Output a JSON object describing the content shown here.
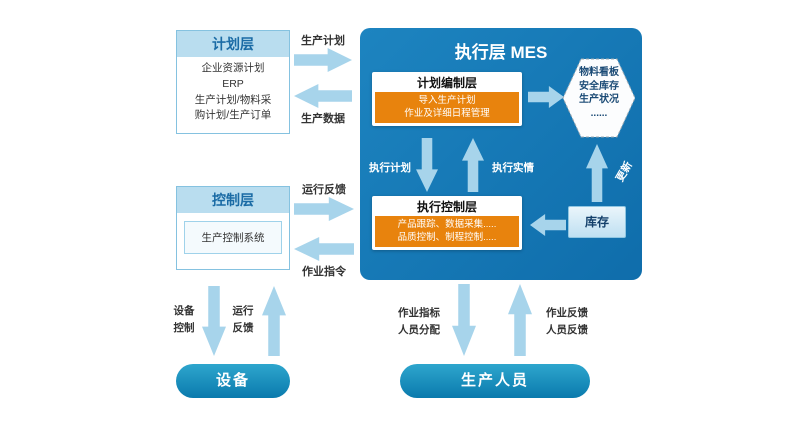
{
  "planning": {
    "title": "计划层",
    "body": "企业资源计划\nERP\n生产计划/物料采\n购计划/生产订单"
  },
  "control": {
    "title": "控制层",
    "body": "生产控制系统"
  },
  "mes": {
    "title": "执行层 MES",
    "plan_box": {
      "title": "计划编制层",
      "detail": "导入生产计划\n作业及详细日程管理"
    },
    "exec_box": {
      "title": "执行控制层",
      "detail": "产品跟踪、数据采集.....\n品质控制、制程控制....."
    },
    "hexagon": "物料看板\n安全库存\n生产状况\n......",
    "inventory": "库存",
    "exec_plan": "执行计划",
    "exec_actual": "执行实情",
    "update": "更新"
  },
  "flows": {
    "production_plan": "生产计划",
    "production_data": "生产数据",
    "run_feedback": "运行反馈",
    "job_command": "作业指令",
    "device_control": "设备\n控制",
    "device_feedback": "运行\n反馈",
    "staff_assign": "作业指标\n人员分配",
    "staff_feedback": "作业反馈\n人员反馈"
  },
  "terminals": {
    "device": "设备",
    "staff": "生产人员"
  },
  "colors": {
    "mes_blue": "#1478b5",
    "arrow_blue": "#a7d4eb",
    "orange": "#e8830d",
    "header_blue": "#b9ddef",
    "stadium_blue": "#0a7aad"
  }
}
